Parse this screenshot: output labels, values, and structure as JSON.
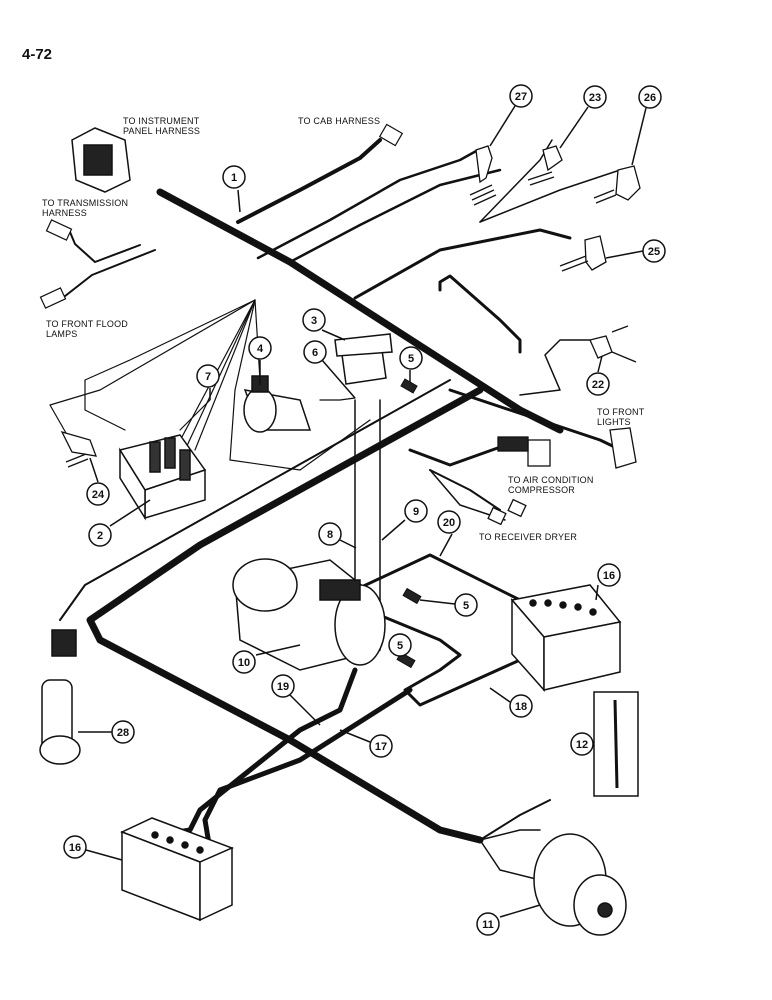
{
  "page_number": "4-72",
  "labels": {
    "to_instrument_panel": "TO INSTRUMENT\nPANEL HARNESS",
    "to_cab": "TO CAB HARNESS",
    "to_transmission": "TO TRANSMISSION\nHARNESS",
    "to_front_flood": "TO FRONT FLOOD\nLAMPS",
    "to_front_lights": "TO FRONT\nLIGHTS",
    "to_air_condition": "TO AIR CONDITION\nCOMPRESSOR",
    "to_receiver_dryer": "TO RECEIVER DRYER"
  },
  "callouts": [
    "1",
    "2",
    "3",
    "4",
    "5",
    "5",
    "5",
    "6",
    "7",
    "8",
    "9",
    "10",
    "11",
    "12",
    "16",
    "16",
    "17",
    "18",
    "19",
    "20",
    "22",
    "23",
    "24",
    "25",
    "26",
    "27",
    "28"
  ],
  "colors": {
    "ink": "#111111",
    "paper": "#ffffff"
  }
}
